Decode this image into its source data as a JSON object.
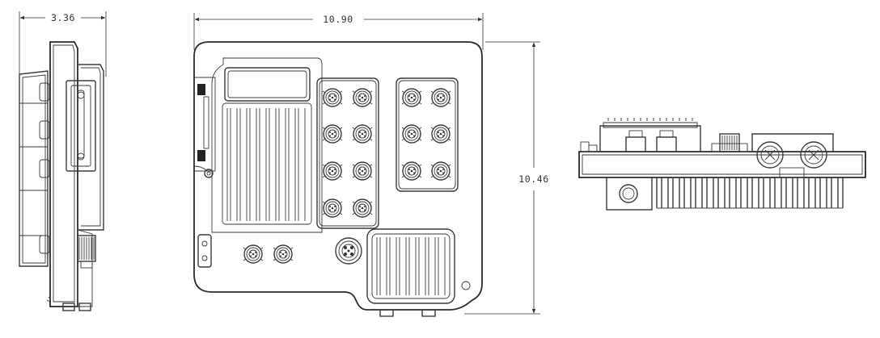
{
  "dimensions": {
    "side_width": "3.36",
    "front_width": "10.90",
    "front_height": "10.46"
  }
}
